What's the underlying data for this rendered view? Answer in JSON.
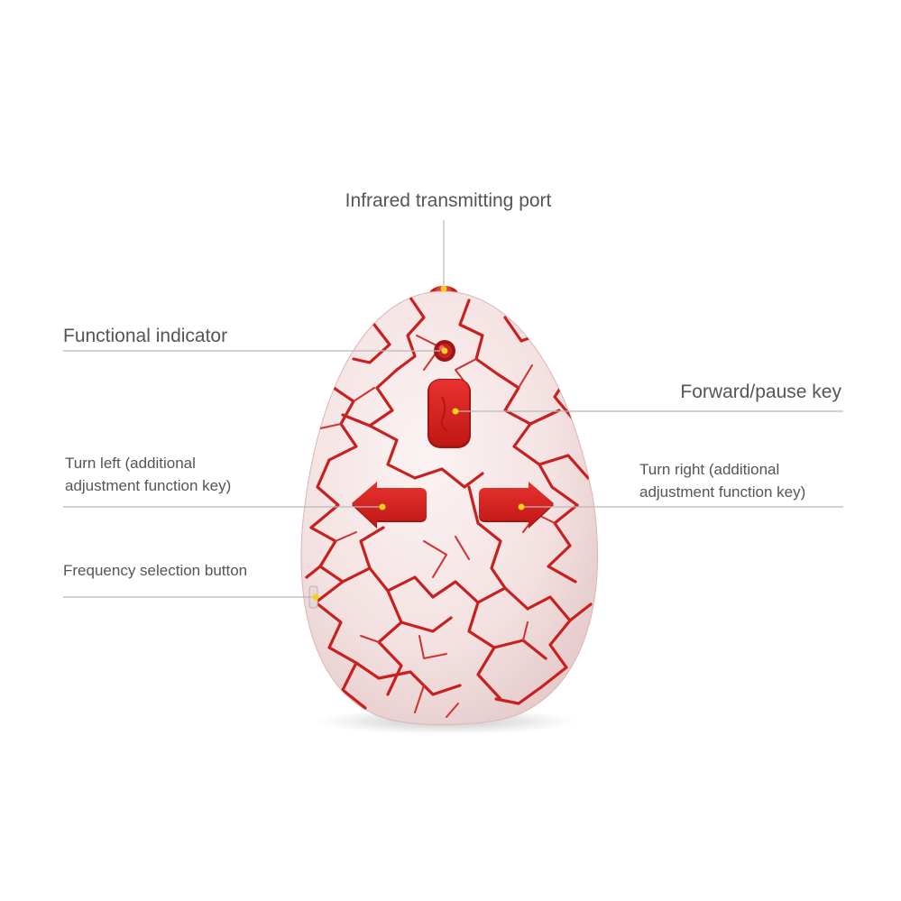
{
  "labels": {
    "infrared_port": "Infrared transmitting port",
    "functional_indicator": "Functional indicator",
    "forward_pause": "Forward/pause key",
    "turn_left_line1": "Turn left (additional",
    "turn_left_line2": "adjustment function key)",
    "turn_right_line1": "Turn right (additional",
    "turn_right_line2": "adjustment function key)",
    "frequency_selection": "Frequency selection button"
  },
  "colors": {
    "shell": "#f6e7e7",
    "crack": "#c8201e",
    "button": "#d8211f",
    "callout_dot": "#f4d21a",
    "leader_line": "#b8b8b8",
    "text": "#555555"
  }
}
